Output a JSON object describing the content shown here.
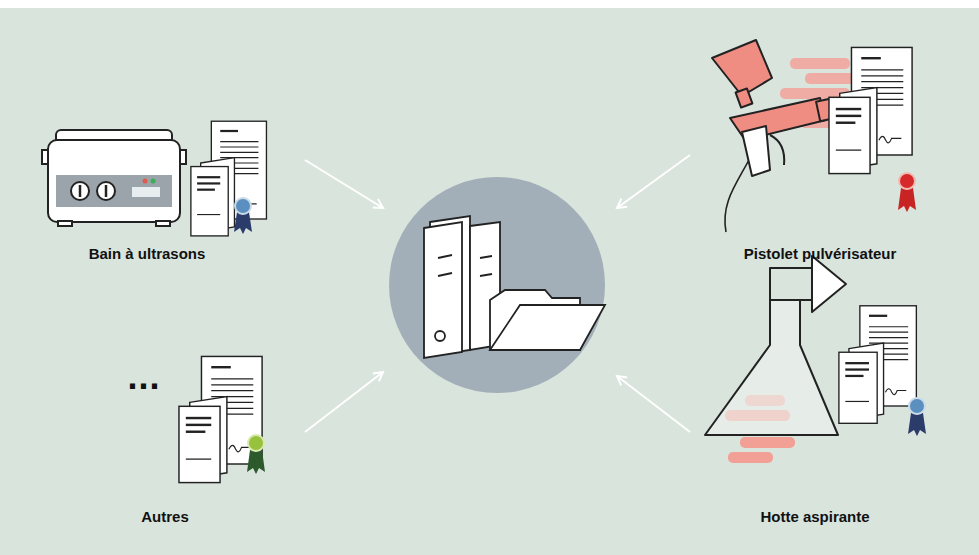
{
  "diagram": {
    "labels": [
      "Bain à ultrasons",
      "Pistolet pulvérisateur",
      "...",
      "Autres",
      "Hotte aspirante"
    ]
  }
}
